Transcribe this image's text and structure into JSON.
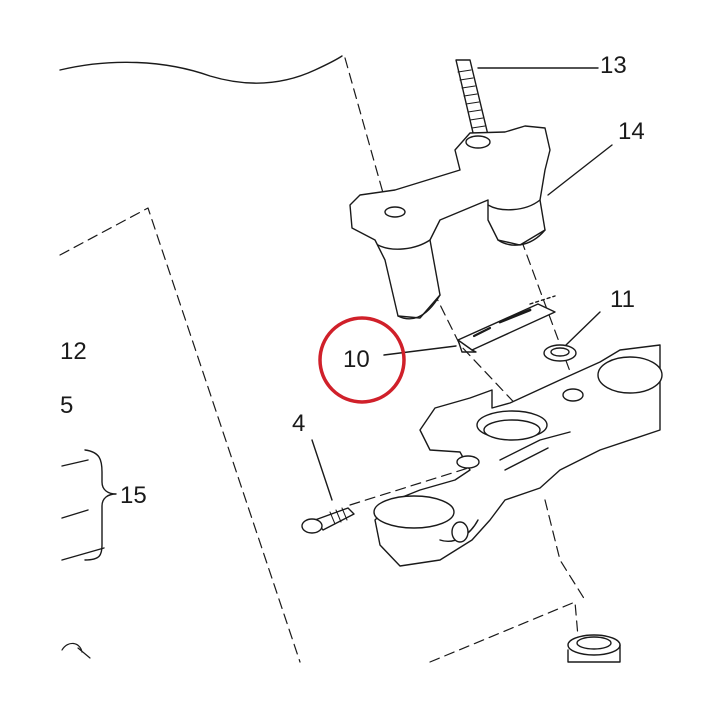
{
  "callouts": {
    "part_13": "13",
    "part_14": "14",
    "part_11": "11",
    "part_12": "12",
    "part_5": "5",
    "part_15": "15",
    "part_4": "4",
    "part_10": "10"
  },
  "colors": {
    "highlight_ring": "#d0202a",
    "line": "#1a1a1a",
    "background": "#ffffff"
  }
}
